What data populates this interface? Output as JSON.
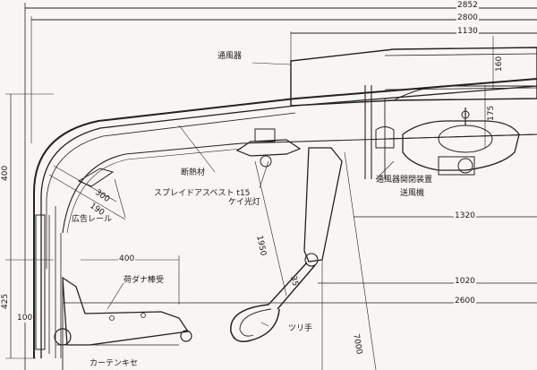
{
  "labels": {
    "ventilator": "通風器",
    "insulation": "断熱材",
    "insulation_spec": "スプレイドアスベスト t15",
    "lamp": "ケイ光灯",
    "ad_rail": "広告レール",
    "luggage_rack": "荷ダナ棒受",
    "strap": "ツリ手",
    "curtain": "カーテンキセ",
    "damper": "通風器開閉装置",
    "fan": "送風機"
  },
  "dimensions": {
    "d2852": "2852",
    "d2800": "2800",
    "d1130": "1130",
    "d160": "160",
    "d175": "175",
    "d1320": "1320",
    "d1020": "1020",
    "d2600": "2600",
    "d400_top": "400",
    "d400_left": "400",
    "d425": "425",
    "d100": "100",
    "d300": "300",
    "d190": "190",
    "d1950": "1950",
    "d35": "35",
    "d7000": "7000"
  }
}
